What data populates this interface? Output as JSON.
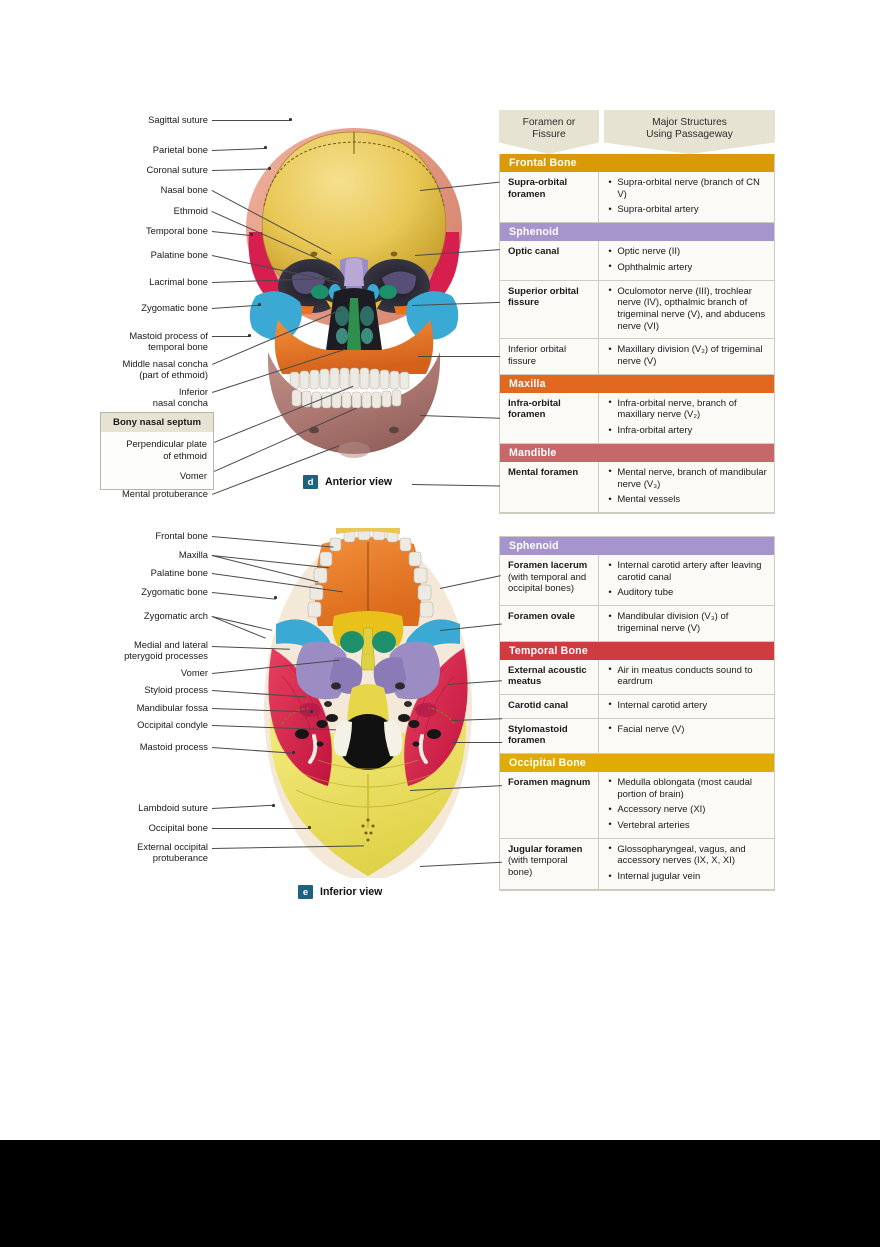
{
  "figure": {
    "anterior": {
      "badge": "d",
      "caption": "Anterior view",
      "labels": [
        {
          "text": "Sagittal suture"
        },
        {
          "text": "Parietal bone"
        },
        {
          "text": "Coronal suture"
        },
        {
          "text": "Nasal bone"
        },
        {
          "text": "Ethmoid"
        },
        {
          "text": "Temporal bone"
        },
        {
          "text": "Palatine bone"
        },
        {
          "text": "Lacrimal bone"
        },
        {
          "text": "Zygomatic bone"
        },
        {
          "text": "Mastoid process of"
        },
        {
          "text": "temporal bone"
        },
        {
          "text": "Middle nasal concha"
        },
        {
          "text": "(part of ethmoid)"
        },
        {
          "text": "Inferior"
        },
        {
          "text": "nasal concha"
        },
        {
          "text": "Mental protuberance"
        }
      ],
      "septum_box": {
        "title": "Bony nasal septum",
        "items": [
          "Perpendicular plate",
          "of ethmoid",
          "Vomer"
        ]
      }
    },
    "inferior": {
      "badge": "e",
      "caption": "Inferior view",
      "labels": [
        {
          "text": "Frontal bone"
        },
        {
          "text": "Maxilla"
        },
        {
          "text": "Palatine bone"
        },
        {
          "text": "Zygomatic bone"
        },
        {
          "text": "Zygomatic arch"
        },
        {
          "text": "Medial and lateral"
        },
        {
          "text": "pterygoid processes"
        },
        {
          "text": "Vomer"
        },
        {
          "text": "Styloid process"
        },
        {
          "text": "Mandibular fossa"
        },
        {
          "text": "Occipital condyle"
        },
        {
          "text": "Mastoid process"
        },
        {
          "text": "Lambdoid suture"
        },
        {
          "text": "Occipital bone"
        },
        {
          "text": "External occipital"
        },
        {
          "text": "protuberance"
        }
      ]
    }
  },
  "table_top": {
    "header": {
      "col1_line1": "Foramen or",
      "col1_line2": "Fissure",
      "col2_line1": "Major Structures",
      "col2_line2": "Using Passageway"
    },
    "sections": [
      {
        "bone": "Frontal  Bone",
        "color": "#d99a08",
        "rows": [
          {
            "name": "Supra-orbital foramen",
            "bold": true,
            "structures": [
              "Supra-orbital nerve (branch of CN V)",
              "Supra-orbital artery"
            ]
          }
        ]
      },
      {
        "bone": "Sphenoid",
        "color": "#a695cd",
        "rows": [
          {
            "name": "Optic canal",
            "bold": true,
            "structures": [
              "Optic nerve (II)",
              "Ophthalmic artery"
            ]
          },
          {
            "name": "Superior orbital fissure",
            "bold": true,
            "structures": [
              "Oculomotor nerve (III), trochlear nerve (IV), opthalmic branch of trigeminal nerve (V), and abducens nerve (VI)"
            ]
          },
          {
            "name": "Inferior orbital fissure",
            "bold": false,
            "structures": [
              "Maxillary division (V₂) of trigeminal nerve (V)"
            ]
          }
        ]
      },
      {
        "bone": "Maxilla",
        "color": "#e2671f",
        "rows": [
          {
            "name": "Infra-orbital foramen",
            "bold": true,
            "structures": [
              "Infra-orbital nerve, branch of maxillary nerve (V₂)",
              "Infra-orbital artery"
            ]
          }
        ]
      },
      {
        "bone": "Mandible",
        "color": "#c8676a",
        "rows": [
          {
            "name": "Mental foramen",
            "bold": true,
            "structures": [
              "Mental nerve, branch of mandibular nerve (V₃)",
              "Mental vessels"
            ]
          }
        ]
      }
    ]
  },
  "table_bottom": {
    "sections": [
      {
        "bone": "Sphenoid",
        "color": "#a695cd",
        "rows": [
          {
            "name": "Foramen lacerum",
            "sub": "(with temporal and occipital bones)",
            "bold": true,
            "structures": [
              "Internal carotid artery after leaving carotid canal",
              "Auditory tube"
            ]
          },
          {
            "name": "Foramen ovale",
            "bold": true,
            "structures": [
              "Mandibular division (V₃) of trigeminal nerve (V)"
            ]
          }
        ]
      },
      {
        "bone": "Temporal Bone",
        "color": "#cf3b3f",
        "rows": [
          {
            "name": "External acoustic meatus",
            "bold": true,
            "structures": [
              "Air in meatus conducts sound to eardrum"
            ]
          },
          {
            "name": "Carotid canal",
            "bold": true,
            "structures": [
              "Internal carotid artery"
            ]
          },
          {
            "name": "Stylomastoid foramen",
            "bold": true,
            "structures": [
              "Facial nerve (V)"
            ]
          }
        ]
      },
      {
        "bone": "Occipital Bone",
        "color": "#e0ab07",
        "rows": [
          {
            "name": "Foramen magnum",
            "bold": true,
            "structures": [
              "Medulla oblongata (most caudal portion of brain)",
              "Accessory nerve (XI)",
              "Vertebral arteries"
            ]
          },
          {
            "name": "Jugular foramen",
            "sub": "(with temporal bone)",
            "bold": true,
            "structures": [
              "Glossopharyngeal, vagus, and accessory nerves (IX, X, XI)",
              "Internal jugular vein"
            ]
          }
        ]
      }
    ]
  },
  "colors": {
    "frontal_bone": "#e8c755",
    "parietal_bone": "#e8a58f",
    "temporal_bone": "#d61f4e",
    "sphenoid": "#8a7ab5",
    "zygomatic": "#3aa9d4",
    "maxilla": "#e8731c",
    "mandible": "#a9746e",
    "vomer": "#2f8f4f",
    "palatine": "#e8c21a",
    "occipital": "#e9dd52",
    "teeth": "#eceae2",
    "foramen_magnum": "#111111"
  }
}
